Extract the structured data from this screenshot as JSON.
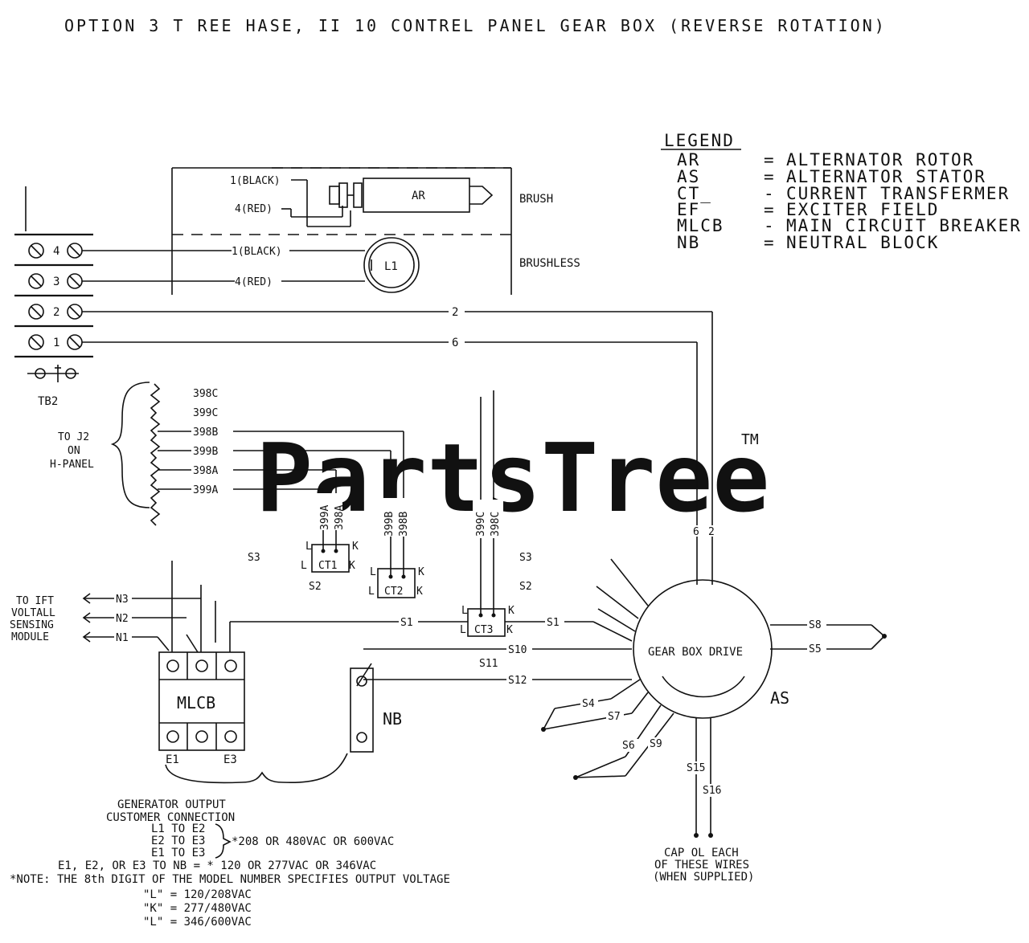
{
  "title": "OPTION 3    T REE  HASE, II 10  CONTREL PANEL GEAR BOX (REVERSE ROTATION)",
  "legend": {
    "heading": "LEGEND",
    "rows": [
      {
        "code": "AR",
        "sep": "=",
        "desc": "ALTERNATOR ROTOR"
      },
      {
        "code": "AS",
        "sep": "=",
        "desc": "ALTERNATOR STATOR"
      },
      {
        "code": "CT_",
        "sep": "-",
        "desc": "CURRENT TRANSFERMER"
      },
      {
        "code": "EF",
        "sep": "=",
        "desc": "EXCITER FIELD"
      },
      {
        "code": "MLCB",
        "sep": "-",
        "desc": "MAIN CIRCUIT BREAKER"
      },
      {
        "code": "NB",
        "sep": "=",
        "desc": "NEUTRAL BLOCK"
      }
    ]
  },
  "brush": {
    "label": "BRUSH",
    "black": "1(BLACK)",
    "red": "4(RED)",
    "ar": "AR"
  },
  "brushless": {
    "label": "BRUSHLESS",
    "black": "1(BLACK)",
    "red": "4(RED)",
    "field": "L1"
  },
  "tb2": {
    "label": "TB2",
    "terminals": [
      "4",
      "3",
      "2",
      "1"
    ],
    "wire2": "2",
    "wire6": "6",
    "vertical": [
      "6",
      "2"
    ]
  },
  "j2": {
    "note": [
      "TO J2",
      "ON",
      "H-PANEL"
    ],
    "wires": [
      "398C",
      "399C",
      "398B",
      "399B",
      "398A",
      "399A"
    ]
  },
  "ct": {
    "ct1": "CT1",
    "ct2": "CT2",
    "ct3": "CT3",
    "ct1_wires": [
      "399A",
      "398A"
    ],
    "ct2_wires": [
      "399B",
      "398B"
    ],
    "ct3_wires": [
      "399C",
      "398C"
    ],
    "s_labels": [
      "S3",
      "S2",
      "S3",
      "S2"
    ],
    "l": "L",
    "k": "K"
  },
  "sensing": {
    "note": [
      "TO IFT",
      "VOLTALL",
      "SENSING",
      "MODULE"
    ],
    "lines": [
      "N3",
      "N2",
      "N1"
    ]
  },
  "mlcb": {
    "label": "MLCB",
    "e1": "E1",
    "e3": "E3"
  },
  "nb": {
    "label": "NB"
  },
  "stator": {
    "drive": "GEAR BOX DRIVE",
    "as": "AS",
    "leads": [
      "S1",
      "S1",
      "S10",
      "S11",
      "S12",
      "S8",
      "S5",
      "S4",
      "S7",
      "S6",
      "S9",
      "S15",
      "S16"
    ]
  },
  "cap_note": [
    "CAP OL EACH",
    "OF THESE WIRES",
    "(WHEN SUPPLIED)"
  ],
  "output_note": [
    "GENERATOR OUTPUT",
    "CUSTOMER CONNECTION",
    "L1 TO E2",
    "E2 TO E3",
    "E1 TO E3",
    "*208 OR 480VAC OR 600VAC",
    "E1, E2, OR E3 TO NB = * 120 OR 277VAC OR 346VAC",
    "*NOTE: THE 8th DIGIT OF THE MODEL NUMBER SPECIFIES OUTPUT VOLTAGE",
    "\"L\" = 120/208VAC",
    "\"K\" = 277/480VAC",
    "\"L\" = 346/600VAC"
  ],
  "watermark": {
    "text": "PartsTree",
    "tm": "TM"
  }
}
